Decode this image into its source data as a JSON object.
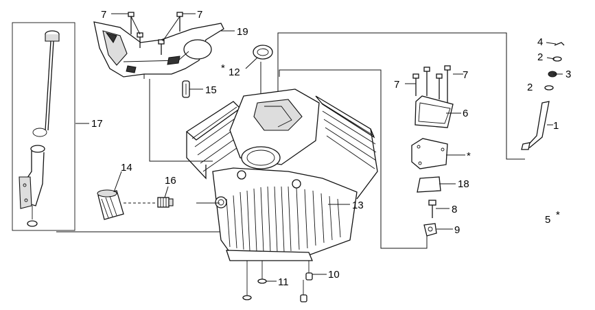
{
  "labels": {
    "p1": "1",
    "p2a": "2",
    "p2b": "2",
    "p3": "3",
    "p4": "4",
    "p5": "5",
    "p5star": "*",
    "p6": "6",
    "p6star": "*",
    "p7a": "7",
    "p7b": "7",
    "p7c": "7",
    "p7d": "7",
    "p8": "8",
    "p9": "9",
    "p10": "10",
    "p11": "11",
    "p12": "12",
    "p12star": "*",
    "p13": "13",
    "p14": "14",
    "p15": "15",
    "p16": "16",
    "p17": "17",
    "p18": "18",
    "p19": "19"
  },
  "colors": {
    "line": "#111111",
    "background": "#ffffff"
  }
}
